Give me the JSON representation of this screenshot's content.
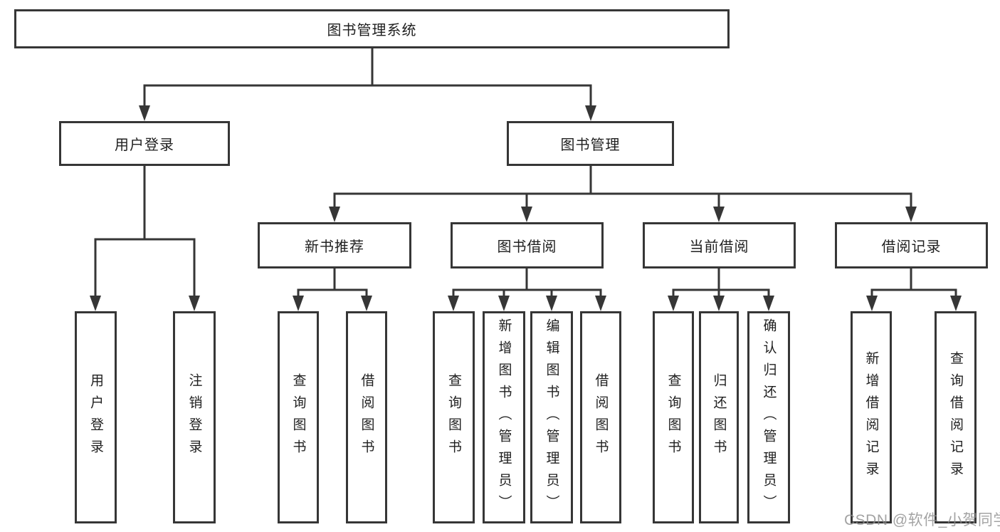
{
  "tree": {
    "label": "图书管理系统",
    "children": [
      {
        "label": "用户登录",
        "children": [
          {
            "label": "用户登录"
          },
          {
            "label": "注销登录"
          }
        ]
      },
      {
        "label": "图书管理",
        "children": [
          {
            "label": "新书推荐",
            "children": [
              {
                "label": "查询图书"
              },
              {
                "label": "借阅图书"
              }
            ]
          },
          {
            "label": "图书借阅",
            "children": [
              {
                "label": "查询图书"
              },
              {
                "label": "新增图书（管理员）"
              },
              {
                "label": "编辑图书（管理员）"
              },
              {
                "label": "借阅图书"
              }
            ]
          },
          {
            "label": "当前借阅",
            "children": [
              {
                "label": "查询图书"
              },
              {
                "label": "归还图书"
              },
              {
                "label": "确认归还（管理员）"
              }
            ]
          },
          {
            "label": "借阅记录",
            "children": [
              {
                "label": "新增借阅记录"
              },
              {
                "label": "查询借阅记录"
              }
            ]
          }
        ]
      }
    ]
  },
  "watermark": "CSDN @软件_小贺同学",
  "colors": {
    "line": "#363636",
    "text": "#1f1f1f",
    "watermark": "#8d8d8d",
    "background": "#ffffff"
  }
}
